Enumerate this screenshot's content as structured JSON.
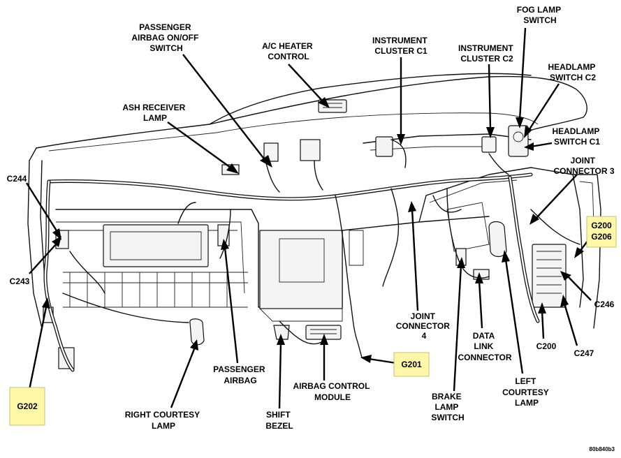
{
  "labels": {
    "fog_lamp_switch": [
      "FOG LAMP",
      "SWITCH"
    ],
    "passenger_airbag_onoff_switch": [
      "PASSENGER",
      "AIRBAG ON/OFF",
      "SWITCH"
    ],
    "ac_heater_control": [
      "A/C HEATER",
      "CONTROL"
    ],
    "instrument_cluster_c1": [
      "INSTRUMENT",
      "CLUSTER C1"
    ],
    "instrument_cluster_c2": [
      "INSTRUMENT",
      "CLUSTER C2"
    ],
    "headlamp_switch_c2": [
      "HEADLAMP",
      "SWITCH C2"
    ],
    "headlamp_switch_c1": [
      "HEADLAMP",
      "SWITCH C1"
    ],
    "ash_receiver_lamp": [
      "ASH RECEIVER",
      "LAMP"
    ],
    "joint_connector_3": [
      "JOINT",
      "CONNECTOR 3"
    ],
    "c244": [
      "C244"
    ],
    "c243": [
      "C243"
    ],
    "joint_connector_4": [
      "JOINT",
      "CONNECTOR",
      "4"
    ],
    "data_link_connector": [
      "DATA",
      "LINK",
      "CONNECTOR"
    ],
    "c246": [
      "C246"
    ],
    "c200": [
      "C200"
    ],
    "c247": [
      "C247"
    ],
    "passenger_airbag": [
      "PASSENGER",
      "AIRBAG"
    ],
    "airbag_control_module": [
      "AIRBAG CONTROL",
      "MODULE"
    ],
    "left_courtesy_lamp": [
      "LEFT",
      "COURTESY",
      "LAMP"
    ],
    "right_courtesy_lamp": [
      "RIGHT COURTESY",
      "LAMP"
    ],
    "shift_bezel": [
      "SHIFT",
      "BEZEL"
    ],
    "brake_lamp_switch": [
      "BRAKE",
      "LAMP",
      "SWITCH"
    ]
  },
  "ground_points": {
    "g200_g206": [
      "G200",
      "G206"
    ],
    "g201": [
      "G201"
    ],
    "g202": [
      "G202"
    ]
  },
  "highlight_color": "#fff7a8",
  "figure_code": "80b840b3"
}
